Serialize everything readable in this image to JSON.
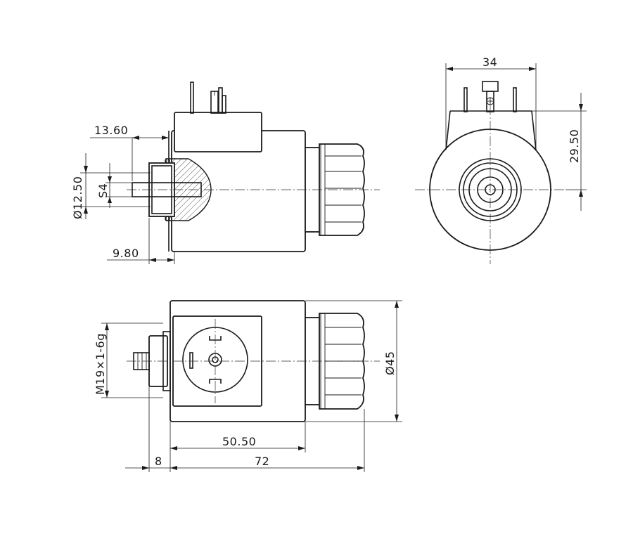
{
  "dimensions": {
    "d_13_60": "13.60",
    "d_phi_12_50": "Ø12.50",
    "d_s4": "S4",
    "d_9_80": "9.80",
    "d_34": "34",
    "d_29_50": "29.50",
    "d_thread": "M19×1-6g",
    "d_phi_45": "Ø45",
    "d_50_50": "50.50",
    "d_8": "8",
    "d_72": "72"
  }
}
